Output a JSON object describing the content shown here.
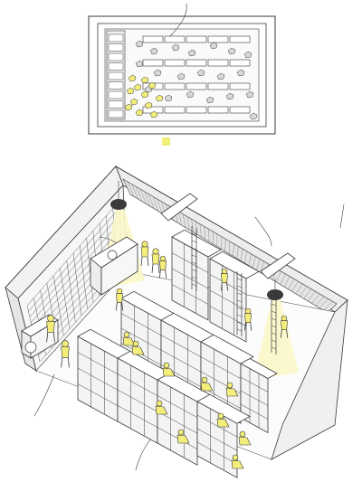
{
  "colors": {
    "ink": "#3a3a3a",
    "accent_yellow": "#f3ee7a",
    "lamp_glow": "#fbf7c8",
    "shelf_fill": "#f4f4f4",
    "wall_fill": "#ececec",
    "paper": "#ffffff"
  },
  "views": [
    {
      "id": "plan",
      "kind": "floor-plan"
    },
    {
      "id": "axonometric",
      "kind": "isometric-cutaway"
    }
  ],
  "icons": [
    "pendant-lamp-icon",
    "human-figure-icon",
    "book-cart-icon",
    "ladder-icon"
  ]
}
